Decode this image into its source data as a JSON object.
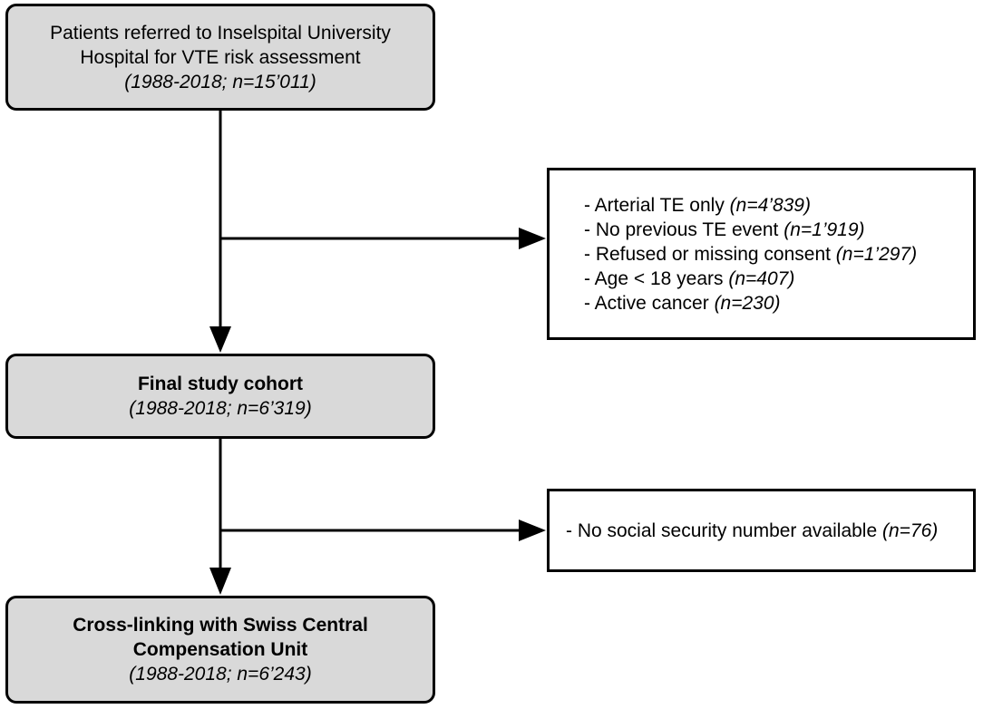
{
  "box1": {
    "line1": "Patients referred to Inselspital University",
    "line2": "Hospital for VTE risk assessment",
    "line3": "(1988-2018; n=15’011)"
  },
  "exclusion1": [
    {
      "text": "- Arterial TE only ",
      "count": "(n=4’839)"
    },
    {
      "text": "- No previous TE event ",
      "count": "(n=1’919)"
    },
    {
      "text": "- Refused or missing consent ",
      "count": "(n=1’297)"
    },
    {
      "text": "- Age < 18 years ",
      "count": "(n=407)"
    },
    {
      "text": "- Active cancer ",
      "count": "(n=230)"
    }
  ],
  "box2": {
    "title": "Final study cohort",
    "detail": "(1988-2018; n=6’319)"
  },
  "exclusion2": {
    "text": "- No social security number available ",
    "count": "(n=76)"
  },
  "box3": {
    "title1": "Cross-linking with Swiss Central",
    "title2": "Compensation Unit",
    "detail": "(1988-2018; n=6’243)"
  }
}
